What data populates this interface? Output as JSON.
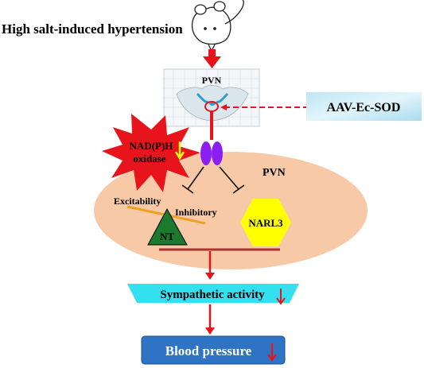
{
  "title_text": "High salt-induced hypertension",
  "brain_label": "PVN",
  "virus_label": "AAV-Ec-SOD",
  "oxidase_line1": "NAD(P)H",
  "oxidase_line2": "oxidase",
  "oval_label": "PVN",
  "excitability_label": "Excitability",
  "inhibitory_label": "Inhibitory",
  "nt_label": "NT",
  "narl3_label": "NARL3",
  "sympathetic_label": "Sympathetic activity",
  "bp_label": "Blood pressure",
  "colors": {
    "red": "#e8141c",
    "oval": "#f8c9a6",
    "purple": "#8b1ff2",
    "yellow": "#ffff00",
    "green": "#1c7a2e",
    "orange": "#f0a020",
    "brown": "#a83232",
    "cyan": "#33e0ef",
    "blue": "#2f74c4",
    "aav_bg": "#cdebf5"
  },
  "icons": [
    "mouse-icon",
    "brain-section-icon",
    "starburst-icon",
    "down-arrow-icon"
  ]
}
